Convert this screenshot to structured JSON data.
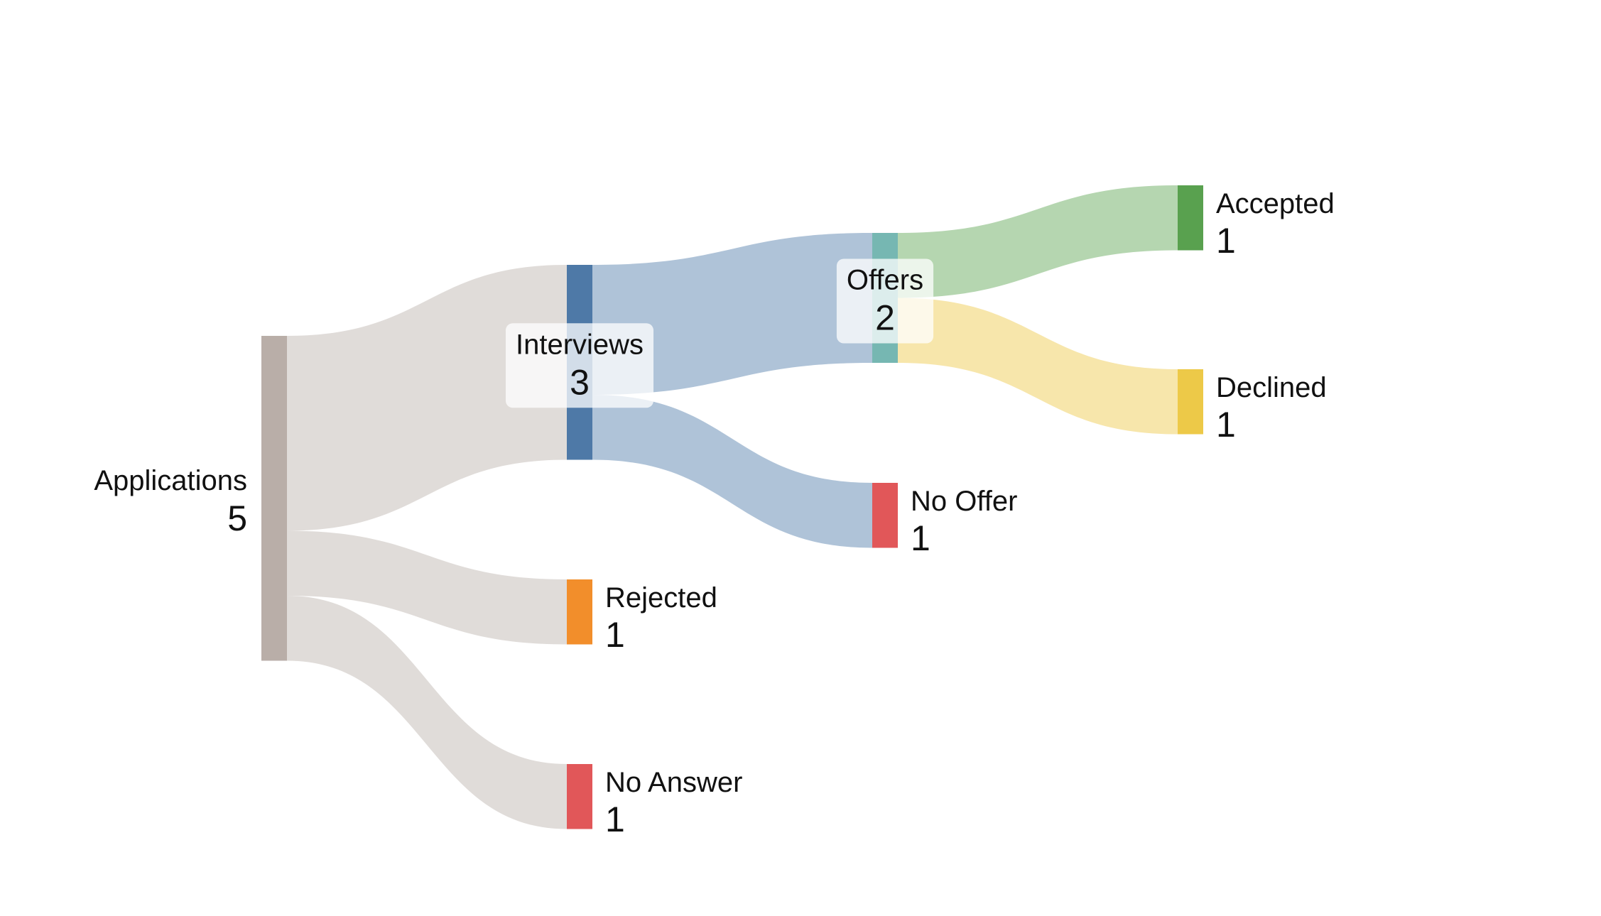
{
  "chart_data": {
    "type": "sankey",
    "title": "",
    "nodes": [
      {
        "id": "applications",
        "label": "Applications",
        "value": "5",
        "color": "#b9aea8"
      },
      {
        "id": "interviews",
        "label": "Interviews",
        "value": "3",
        "color": "#4e79a7"
      },
      {
        "id": "rejected",
        "label": "Rejected",
        "value": "1",
        "color": "#f28e2b"
      },
      {
        "id": "no_answer",
        "label": "No Answer",
        "value": "1",
        "color": "#e15759"
      },
      {
        "id": "offers",
        "label": "Offers",
        "value": "2",
        "color": "#76b7b2"
      },
      {
        "id": "no_offer",
        "label": "No Offer",
        "value": "1",
        "color": "#e15759"
      },
      {
        "id": "accepted",
        "label": "Accepted",
        "value": "1",
        "color": "#59a14f"
      },
      {
        "id": "declined",
        "label": "Declined",
        "value": "1",
        "color": "#edc948"
      }
    ],
    "links": [
      {
        "source": "applications",
        "target": "interviews",
        "value": 3,
        "color": "#e0dcd9"
      },
      {
        "source": "applications",
        "target": "rejected",
        "value": 1,
        "color": "#e0dcd9"
      },
      {
        "source": "applications",
        "target": "no_answer",
        "value": 1,
        "color": "#e0dcd9"
      },
      {
        "source": "interviews",
        "target": "offers",
        "value": 2,
        "color": "#afc3d8"
      },
      {
        "source": "interviews",
        "target": "no_offer",
        "value": 1,
        "color": "#afc3d8"
      },
      {
        "source": "offers",
        "target": "accepted",
        "value": 1,
        "color": "#b5d6b0"
      },
      {
        "source": "offers",
        "target": "declined",
        "value": 1,
        "color": "#f7e6ab"
      }
    ]
  }
}
